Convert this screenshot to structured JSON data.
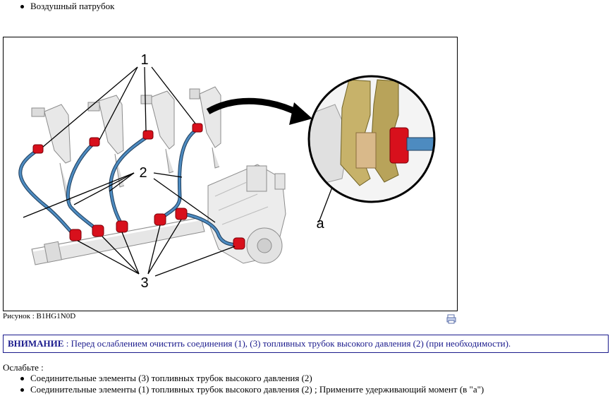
{
  "top_list": {
    "items": [
      "Воздушный патрубок"
    ]
  },
  "figure": {
    "callouts": {
      "c1": "1",
      "c2": "2",
      "c3": "3",
      "ca": "a"
    },
    "colors": {
      "pipe": "#3a6f9c",
      "fitting": "#d8101c",
      "bracket": "#c7b26a",
      "arrow": "#000000"
    }
  },
  "caption": "Рисунок : B1HG1N0D",
  "print_icon": "print-icon",
  "notice": {
    "label": "ВНИМАНИЕ",
    "text": " : Перед ослаблением очистить соединения (1), (3) топливных трубок высокого давления (2) (при необходимости)."
  },
  "intro": "Ослабьте :",
  "steps": [
    "Соединительные элементы (3) топливных трубок высокого давления (2)",
    "Соединительные элементы (1) топливных трубок высокого давления (2) ; Примените удерживающий момент (в \"a\")"
  ]
}
